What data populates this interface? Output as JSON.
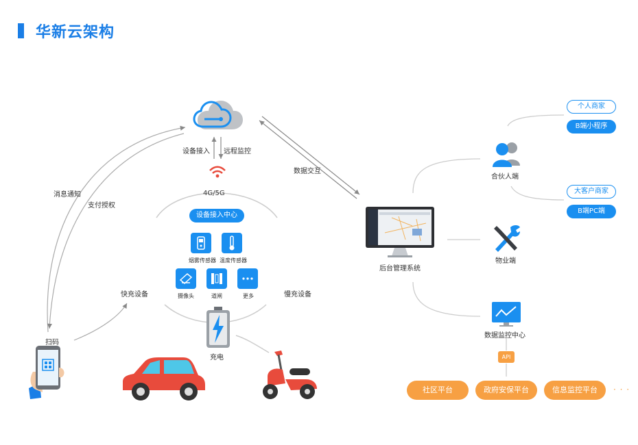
{
  "title": "华新云架构",
  "cloud": {
    "device_access": "设备接入",
    "remote_monitor": "远程监控",
    "network": "4G/5G",
    "access_center": "设备接入中心"
  },
  "devices": [
    {
      "label": "烟雾传感器",
      "icon": "smoke-sensor-icon"
    },
    {
      "label": "温度传感器",
      "icon": "thermometer-icon"
    },
    {
      "label": "摄像头",
      "icon": "camera-icon"
    },
    {
      "label": "道闸",
      "icon": "barrier-gate-icon"
    },
    {
      "label": "更多",
      "icon": "more-icon"
    }
  ],
  "flow": {
    "message_notify": "消息通知",
    "pay_auth": "支付授权",
    "scan": "扫码",
    "fast_charge": "快充设备",
    "slow_charge": "慢充设备",
    "charging": "充电",
    "data_exchange": "数据交互"
  },
  "backend": "后台管理系统",
  "partner": {
    "label": "合伙人端",
    "items": [
      "个人商家",
      "B端小程序",
      "大客户商家",
      "B端PC端"
    ]
  },
  "property": "物业端",
  "monitor": {
    "label": "数据监控中心",
    "api": "API",
    "platforms": [
      "社区平台",
      "政府安保平台",
      "信息监控平台"
    ],
    "more": "· · ·"
  },
  "colors": {
    "blue": "#1a8ff0",
    "orange": "#f7a043",
    "red": "#e84b3c",
    "gray": "#bdbdbd"
  }
}
